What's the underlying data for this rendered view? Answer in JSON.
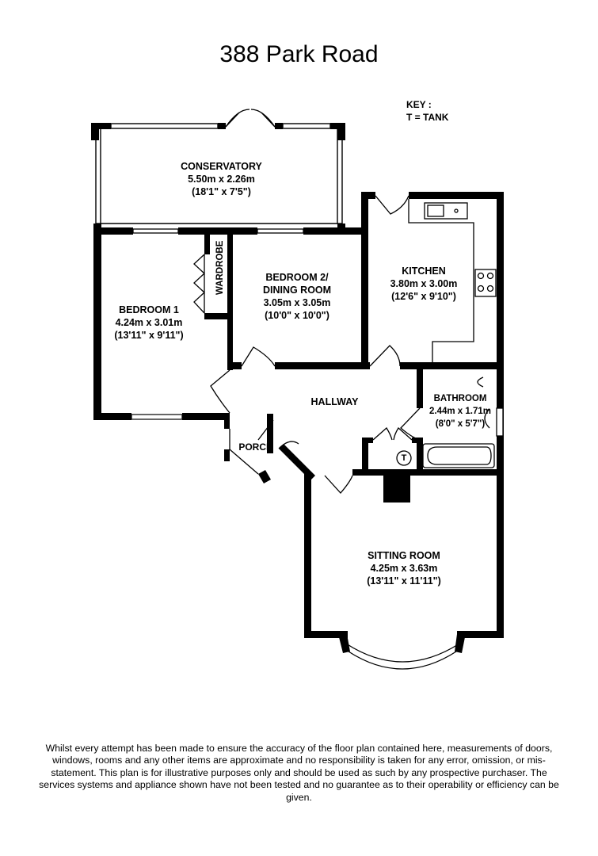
{
  "title": "388 Park Road",
  "key": {
    "heading": "KEY :",
    "entry": "T = TANK"
  },
  "rooms": {
    "conservatory": {
      "name": "CONSERVATORY",
      "metric": "5.50m x 2.26m",
      "imperial": "(18'1\" x 7'5\")"
    },
    "bedroom1": {
      "name": "BEDROOM 1",
      "metric": "4.24m x 3.01m",
      "imperial": "(13'11\" x 9'11\")"
    },
    "bedroom2": {
      "name": "BEDROOM 2/",
      "name2": "DINING ROOM",
      "metric": "3.05m x 3.05m",
      "imperial": "(10'0\" x 10'0\")"
    },
    "kitchen": {
      "name": "KITCHEN",
      "metric": "3.80m x 3.00m",
      "imperial": "(12'6\" x 9'10\")"
    },
    "hallway": {
      "name": "HALLWAY"
    },
    "bathroom": {
      "name": "BATHROOM",
      "metric": "2.44m x 1.71m",
      "imperial": "(8'0\" x 5'7\")"
    },
    "porch": {
      "name": "PORCH"
    },
    "sitting_room": {
      "name": "SITTING ROOM",
      "metric": "4.25m x 3.63m",
      "imperial": "(13'11\" x 11'11\")"
    },
    "wardrobe": {
      "name": "WARDROBE"
    },
    "tank": {
      "symbol": "T"
    }
  },
  "disclaimer": "Whilst every attempt has been made to ensure the accuracy of the floor plan contained here, measurements of doors, windows, rooms and any other items are approximate and no responsibility is taken for any error, omission, or mis-statement. This plan is for illustrative purposes only and should be used as such by any prospective purchaser. The services systems and appliance shown have not been tested and no guarantee as to their operability or efficiency can be given."
}
